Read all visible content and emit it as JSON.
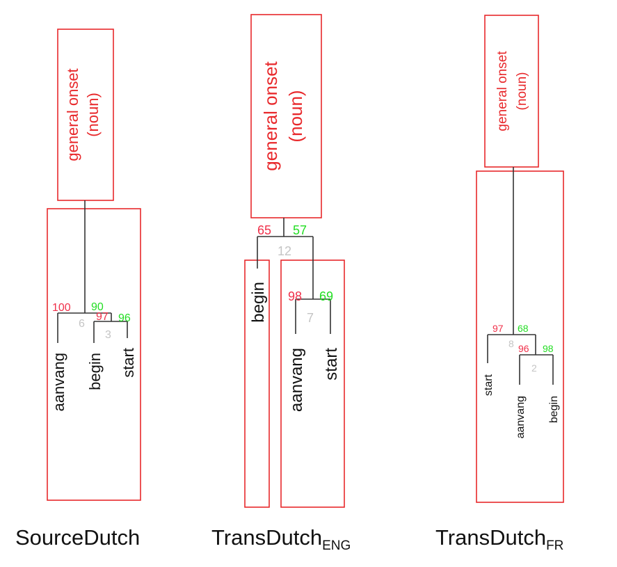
{
  "panels": [
    {
      "caption": "SourceDutch",
      "caption_sub": "",
      "sense_label_line1": "general onset",
      "sense_label_line2": "(noun)",
      "clusters": [
        {
          "au": "100",
          "bp": "90",
          "edge": "6"
        },
        {
          "au": "97",
          "bp": "96",
          "edge": "3"
        }
      ],
      "leaves": [
        "aanvang",
        "begin",
        "start"
      ]
    },
    {
      "caption": "TransDutch",
      "caption_sub": "ENG",
      "sense_label_line1": "general onset",
      "sense_label_line2": "(noun)",
      "clusters": [
        {
          "au": "65",
          "bp": "57",
          "edge": "12"
        },
        {
          "au": "98",
          "bp": "69",
          "edge": "7"
        }
      ],
      "leaves": [
        "begin",
        "aanvang",
        "start"
      ]
    },
    {
      "caption": "TransDutch",
      "caption_sub": "FR",
      "sense_label_line1": "general onset",
      "sense_label_line2": "(noun)",
      "clusters": [
        {
          "au": "97",
          "bp": "68",
          "edge": "8"
        },
        {
          "au": "96",
          "bp": "98",
          "edge": "2"
        }
      ],
      "leaves": [
        "start",
        "aanvang",
        "begin"
      ]
    }
  ],
  "colors": {
    "box_border": "#e8282b",
    "sense_label": "#e8282b",
    "au_value": "#f0304a",
    "bp_value": "#22dd22",
    "edge_number": "#c4c4c4",
    "tree_line": "#333333"
  }
}
